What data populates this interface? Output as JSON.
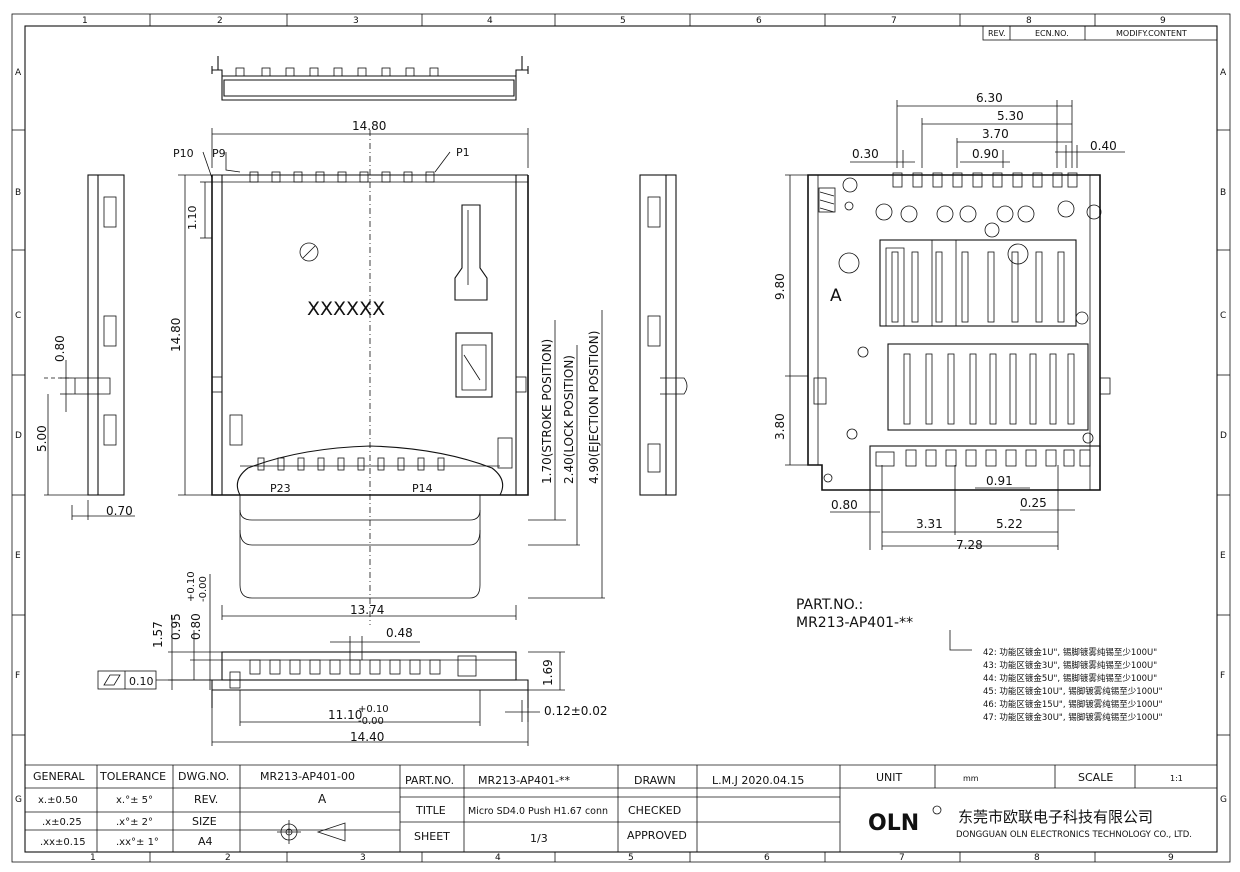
{
  "frame": {
    "cols": [
      "1",
      "2",
      "3",
      "4",
      "5",
      "6",
      "7",
      "8",
      "9"
    ],
    "rows": [
      "A",
      "B",
      "C",
      "D",
      "E",
      "F",
      "G"
    ]
  },
  "revision_table": {
    "rev": "REV.",
    "ecn": "ECN.NO.",
    "modify": "MODIFY.CONTENT"
  },
  "front_view": {
    "width_top": "14.80",
    "p10": "P10",
    "p9": "P9",
    "p1": "P1",
    "dim_110": "1.10",
    "height": "14.80",
    "marking": "XXXXXX",
    "stroke": "1.70(STROKE POSITION)",
    "lock": "2.40(LOCK POSITION)",
    "ejection": "4.90(EJECTION POSITION)",
    "p23": "P23",
    "p14": "P14",
    "width_bottom": "13.74"
  },
  "left_view": {
    "dim_080": "0.80",
    "dim_500": "5.00",
    "dim_070": "0.70"
  },
  "bottom_view": {
    "dim_157": "1.57",
    "dim_095": "0.95",
    "dim_080": "0.80",
    "tol_plus": "+0.10",
    "tol_minus": "-0.00",
    "dim_048": "0.48",
    "dim_169": "1.69",
    "dim_1110": "11.10",
    "tol2_plus": "+0.10",
    "tol2_minus": "-0.00",
    "dim_1440": "14.40",
    "dim_012": "0.12±0.02",
    "flatness": "0.10"
  },
  "footprint_view": {
    "d630": "6.30",
    "d530": "5.30",
    "d370": "3.70",
    "d090": "0.90",
    "d030": "0.30",
    "d040": "0.40",
    "d980": "9.80",
    "label_a": "A",
    "d380": "3.80",
    "d080": "0.80",
    "d091": "0.91",
    "d025": "0.25",
    "d331": "3.31",
    "d522": "5.22",
    "d728": "7.28"
  },
  "part_no": {
    "label": "PART.NO.:",
    "value": "MR213-AP401-**",
    "options": [
      "42: 功能区镀金1U\", 锡脚镀雾纯锡至少100U\"",
      "43: 功能区镀金3U\", 锡脚镀雾纯锡至少100U\"",
      "44: 功能区镀金5U\", 锡脚镀雾纯锡至少100U\"",
      "45: 功能区镀金10U\", 锡脚镀雾纯锡至少100U\"",
      "46: 功能区镀金15U\", 锡脚镀雾纯锡至少100U\"",
      "47: 功能区镀金30U\", 锡脚镀雾纯锡至少100U\""
    ]
  },
  "title_block": {
    "general": "GENERAL",
    "tolerance": "TOLERANCE",
    "tol_x": "x.±0.50",
    "tol_xx": ".x±0.25",
    "tol_xxx": ".xx±0.15",
    "ang_1": "x.°± 5°",
    "ang_2": ".x°± 2°",
    "ang_3": ".xx°± 1°",
    "dwg_no_label": "DWG.NO.",
    "dwg_no": "MR213-AP401-00",
    "rev_label": "REV.",
    "rev": "A",
    "size_label": "SIZE",
    "size": "A4",
    "part_no_label": "PART.NO.",
    "part_no": "MR213-AP401-**",
    "title_label": "TITLE",
    "title": "Micro SD4.0 Push H1.67 conn",
    "sheet_label": "SHEET",
    "sheet": "1/3",
    "drawn_label": "DRAWN",
    "drawn": "L.M.J 2020.04.15",
    "checked_label": "CHECKED",
    "approved_label": "APPROVED",
    "unit_label": "UNIT",
    "unit": "mm",
    "scale_label": "SCALE",
    "scale": "1:1",
    "logo": "OLN",
    "company_cn": "东莞市欧联电子科技有限公司",
    "company_en": "DONGGUAN OLN ELECTRONICS TECHNOLOGY CO., LTD."
  }
}
